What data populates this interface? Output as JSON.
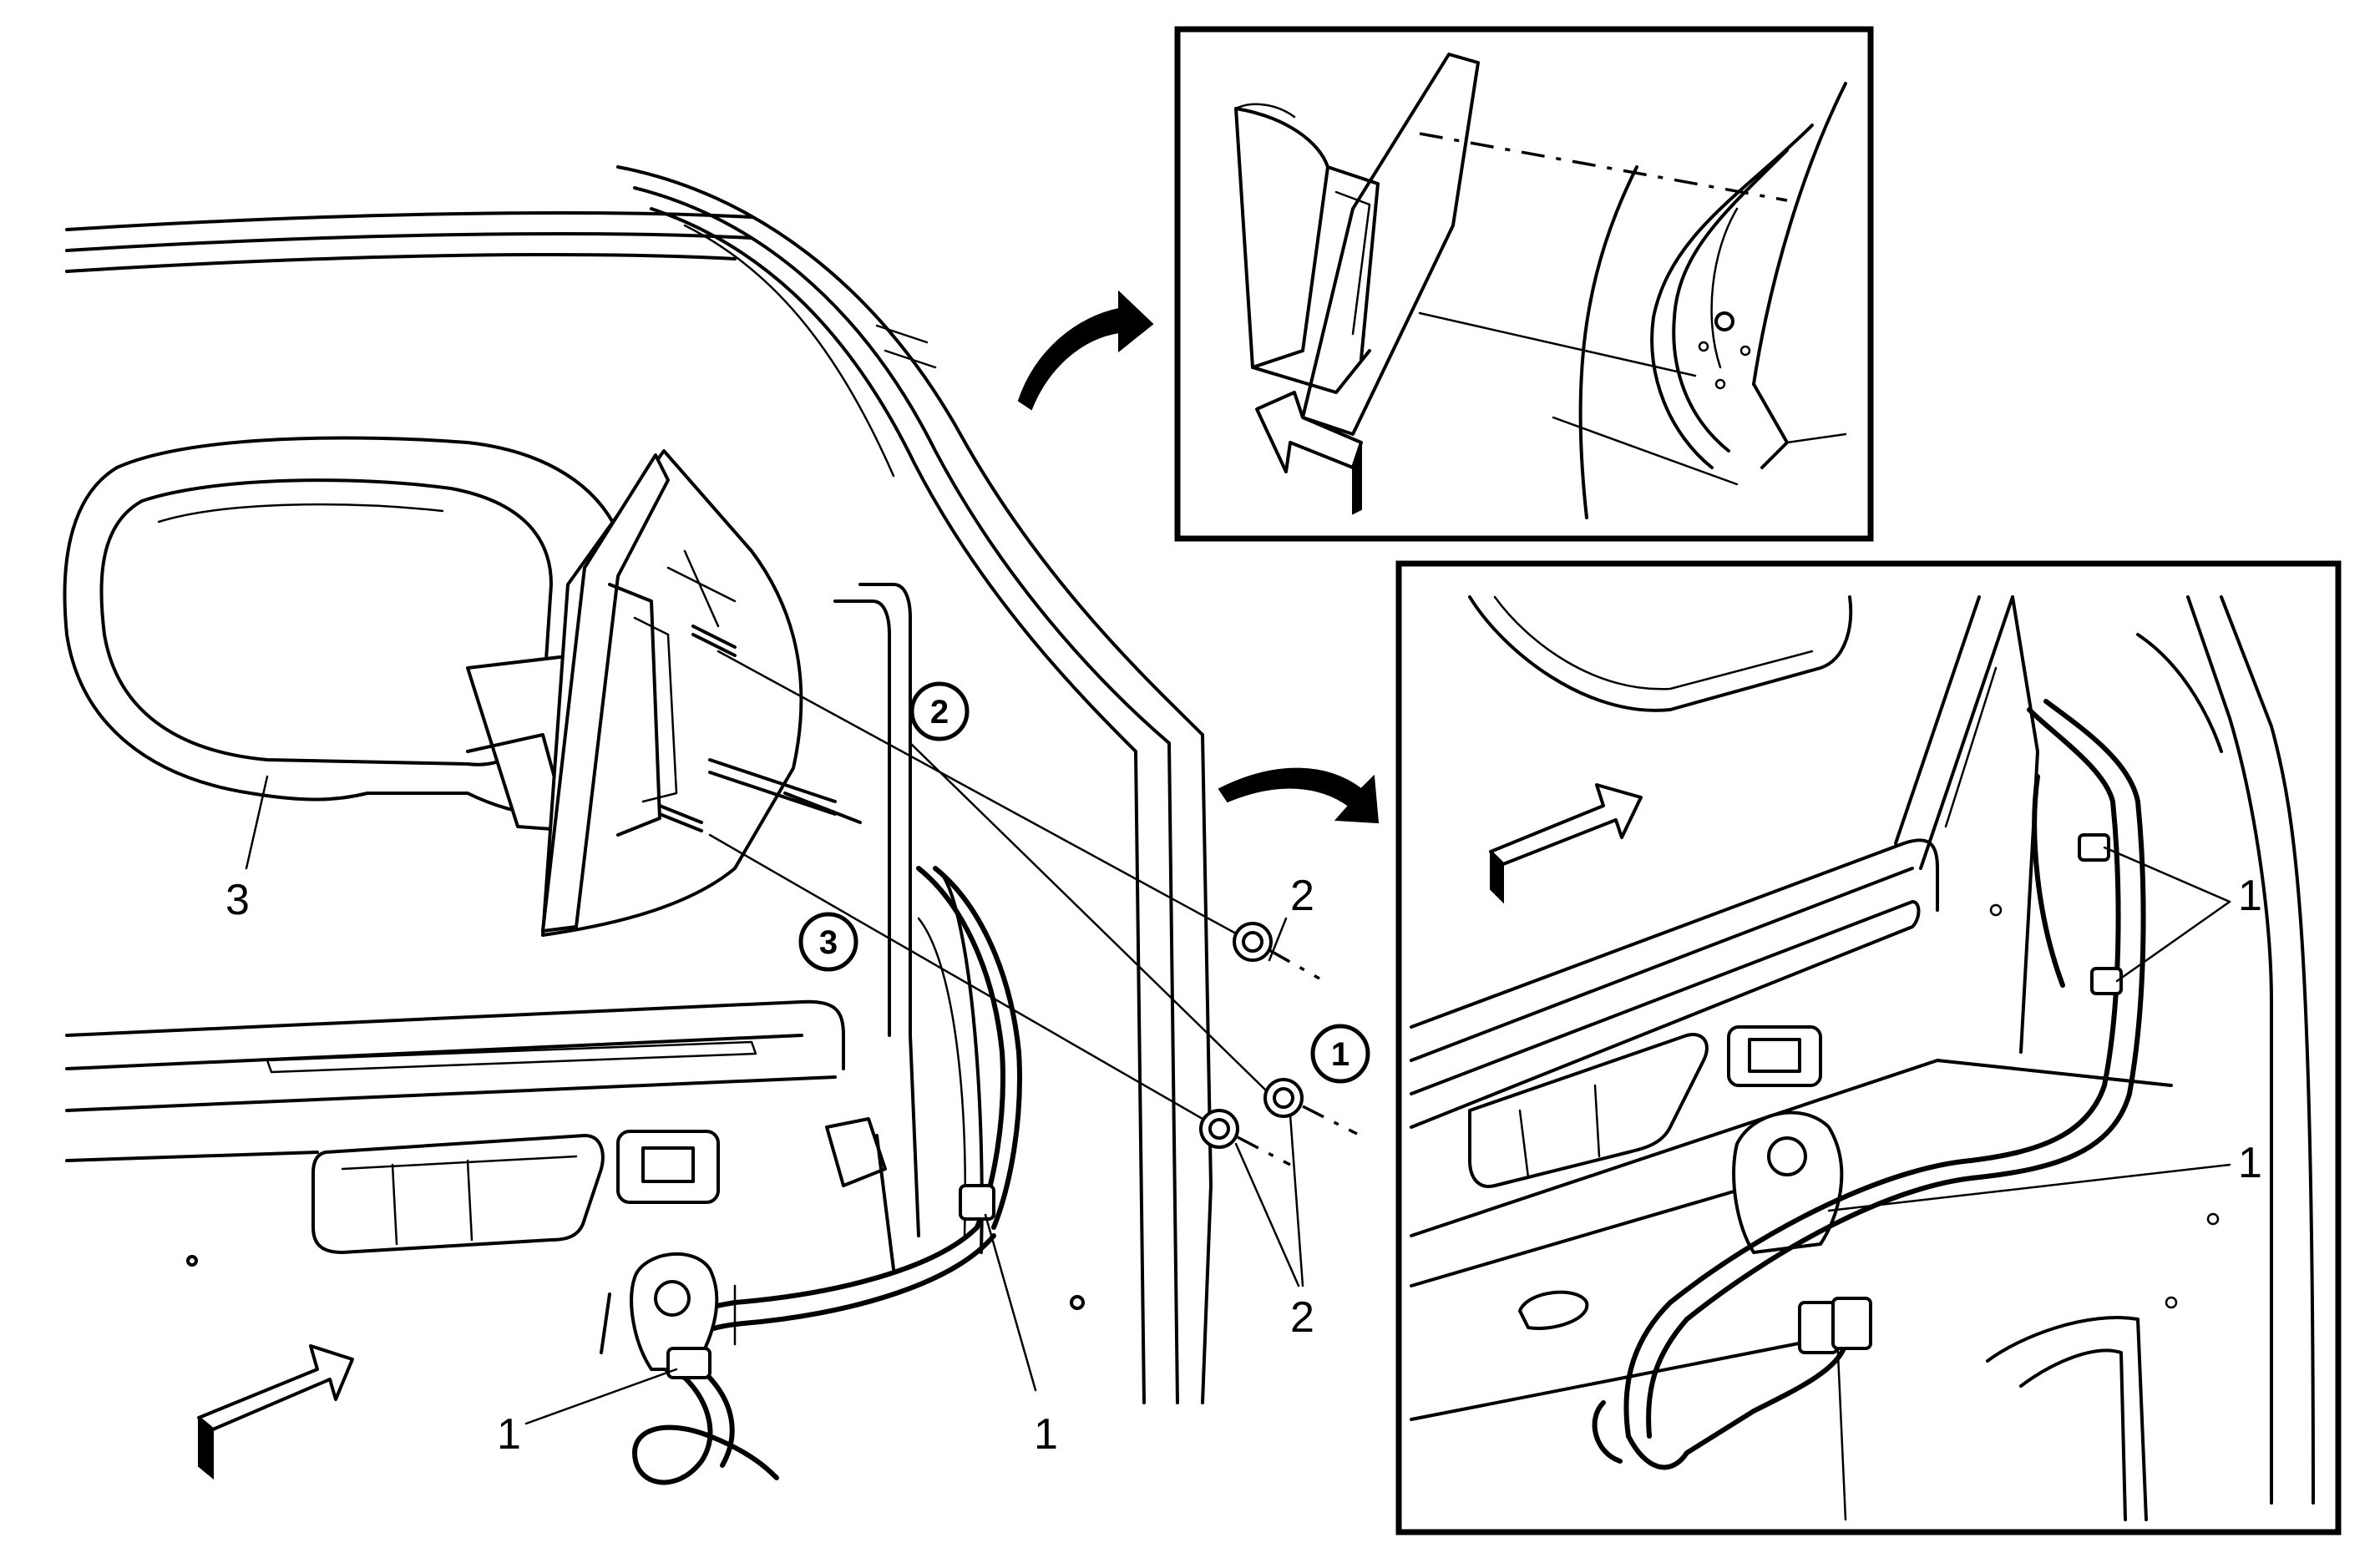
{
  "callouts": {
    "mirror_assembly": "3",
    "nut_upper": "2",
    "nuts_lower": "2",
    "clip_lower_left": "1",
    "clip_lower_mid": "1",
    "inset_clip_upper": "1",
    "inset_clip_lower": "1"
  },
  "sequence_steps": {
    "step_1": "1",
    "step_2": "2",
    "step_3": "3"
  }
}
